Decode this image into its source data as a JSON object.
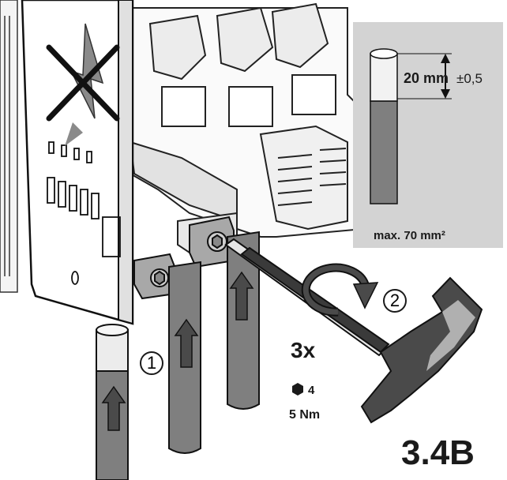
{
  "steps": {
    "step1": "1",
    "step2": "2"
  },
  "repeat_label": "3x",
  "tool": {
    "hex_icon": "hex-socket-icon",
    "hex_size": "4",
    "torque": "5 Nm"
  },
  "figure_label": "3.4B",
  "strip_spec": {
    "length": "20 mm",
    "tolerance": "±0,5",
    "max_cross_section": "max. 70 mm²"
  },
  "colors": {
    "cable": "#7f7f7f",
    "inset_bg": "#d3d3d3",
    "line": "#1a1a1a"
  }
}
